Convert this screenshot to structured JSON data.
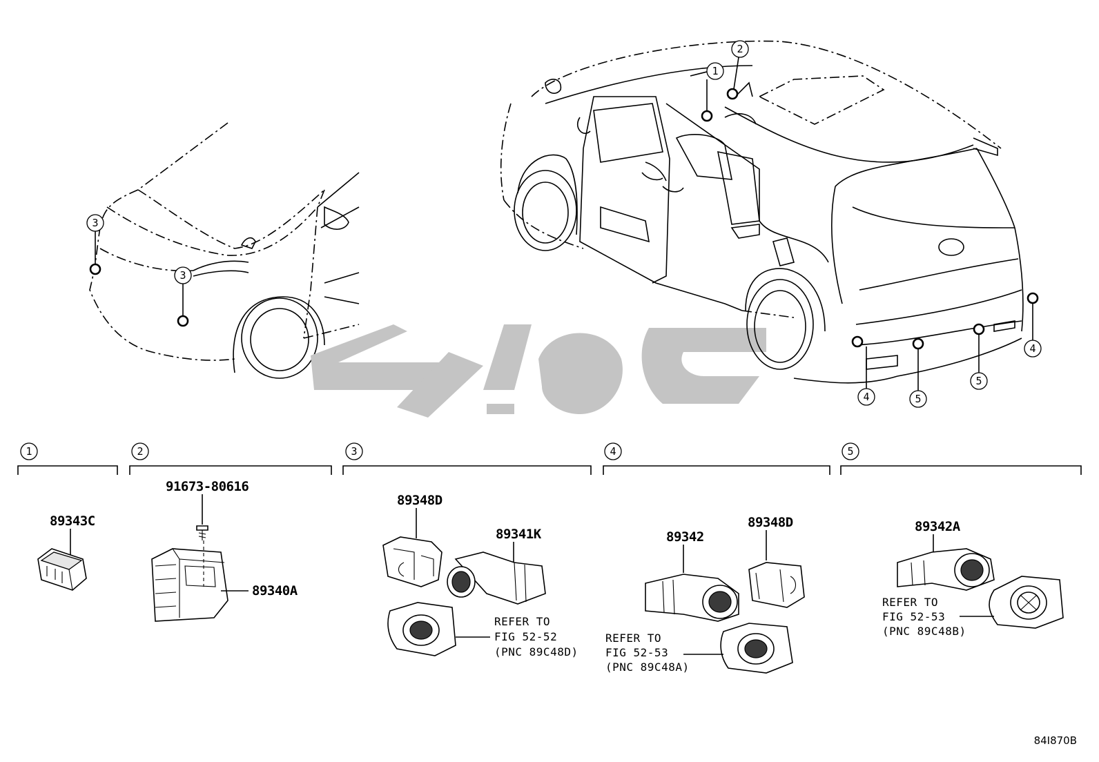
{
  "diagram": {
    "callouts": {
      "one": "1",
      "two": "2",
      "three": "3",
      "four": "4",
      "five": "5"
    },
    "parts": {
      "p89343C": "89343C",
      "p91673": "91673-80616",
      "p89340A": "89340A",
      "p89348D_a": "89348D",
      "p89341K": "89341K",
      "p89342": "89342",
      "p89348D_b": "89348D",
      "p89342A": "89342A"
    },
    "refs": {
      "group3": [
        "REFER TO",
        "FIG 52-52",
        "(PNC 89C48D)"
      ],
      "group4": [
        "REFER TO",
        "FIG 52-53",
        "(PNC 89C48A)"
      ],
      "group5": [
        "REFER TO",
        "FIG 52-53",
        "(PNC 89C48B)"
      ]
    },
    "figure_code": "84I870B"
  }
}
